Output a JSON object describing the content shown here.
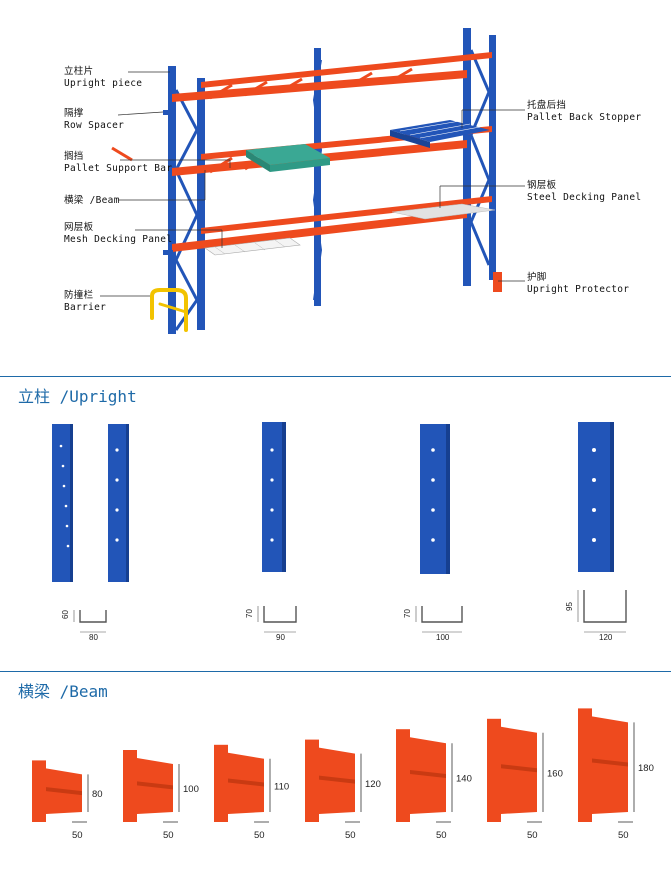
{
  "colors": {
    "upright_blue": "#2255b8",
    "beam_orange": "#ee4a1e",
    "barrier_yellow": "#f2c300",
    "pallet_teal": "#3aa894",
    "section_blue": "#1e6aa8"
  },
  "callouts_left": [
    {
      "cn": "立柱片",
      "en": "Upright piece"
    },
    {
      "cn": "隔撑",
      "en": "Row Spacer"
    },
    {
      "cn": "搁挡",
      "en": "Pallet Support Bar"
    },
    {
      "cn": "",
      "en": "横梁 /Beam"
    },
    {
      "cn": "网层板",
      "en": "Mesh Decking Panel"
    },
    {
      "cn": "防撞栏",
      "en": "Barrier"
    }
  ],
  "callouts_right": [
    {
      "cn": "托盘后挡",
      "en": "Pallet Back Stopper"
    },
    {
      "cn": "钢层板",
      "en": "Steel Decking Panel"
    },
    {
      "cn": "护脚",
      "en": "Upright Protector"
    }
  ],
  "upright_section": {
    "title": "立柱 /Upright",
    "profiles": [
      {
        "height": "60",
        "width": "80"
      },
      {
        "height": "70",
        "width": "90"
      },
      {
        "height": "70",
        "width": "100"
      },
      {
        "height": "95",
        "width": "120"
      }
    ]
  },
  "beam_section": {
    "title": "横梁 /Beam",
    "beams": [
      {
        "height": "80",
        "width": "50"
      },
      {
        "height": "100",
        "width": "50"
      },
      {
        "height": "110",
        "width": "50"
      },
      {
        "height": "120",
        "width": "50"
      },
      {
        "height": "140",
        "width": "50"
      },
      {
        "height": "160",
        "width": "50"
      },
      {
        "height": "180",
        "width": "50"
      }
    ]
  }
}
